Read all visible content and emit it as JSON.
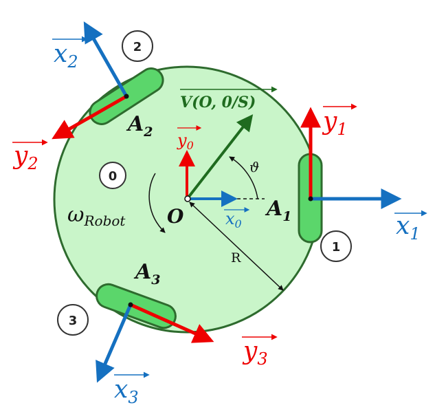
{
  "colors": {
    "body_fill": "#c9f5c9",
    "body_stroke": "#2e6b2e",
    "wheel_fill": "#5bd66b",
    "blue": "#1570c0",
    "red": "#ee0000",
    "dark_green": "#1f6b1f",
    "black": "#111111"
  },
  "labels": {
    "origin": "O",
    "omega": "ω",
    "omega_sub": "Robot",
    "velocity": "V(O, 0/S)",
    "theta": "ϑ",
    "radius": "R",
    "x0": "x",
    "x0_sub": "0",
    "y0": "y",
    "y0_sub": "0"
  },
  "wheels": [
    {
      "number": "1",
      "point": "A",
      "point_sub": "1",
      "x_axis": "x",
      "x_sub": "1",
      "y_axis": "y",
      "y_sub": "1"
    },
    {
      "number": "2",
      "point": "A",
      "point_sub": "2",
      "x_axis": "x",
      "x_sub": "2",
      "y_axis": "y",
      "y_sub": "2"
    },
    {
      "number": "3",
      "point": "A",
      "point_sub": "3",
      "x_axis": "x",
      "x_sub": "3",
      "y_axis": "y",
      "y_sub": "3"
    }
  ],
  "body_badge": "0"
}
